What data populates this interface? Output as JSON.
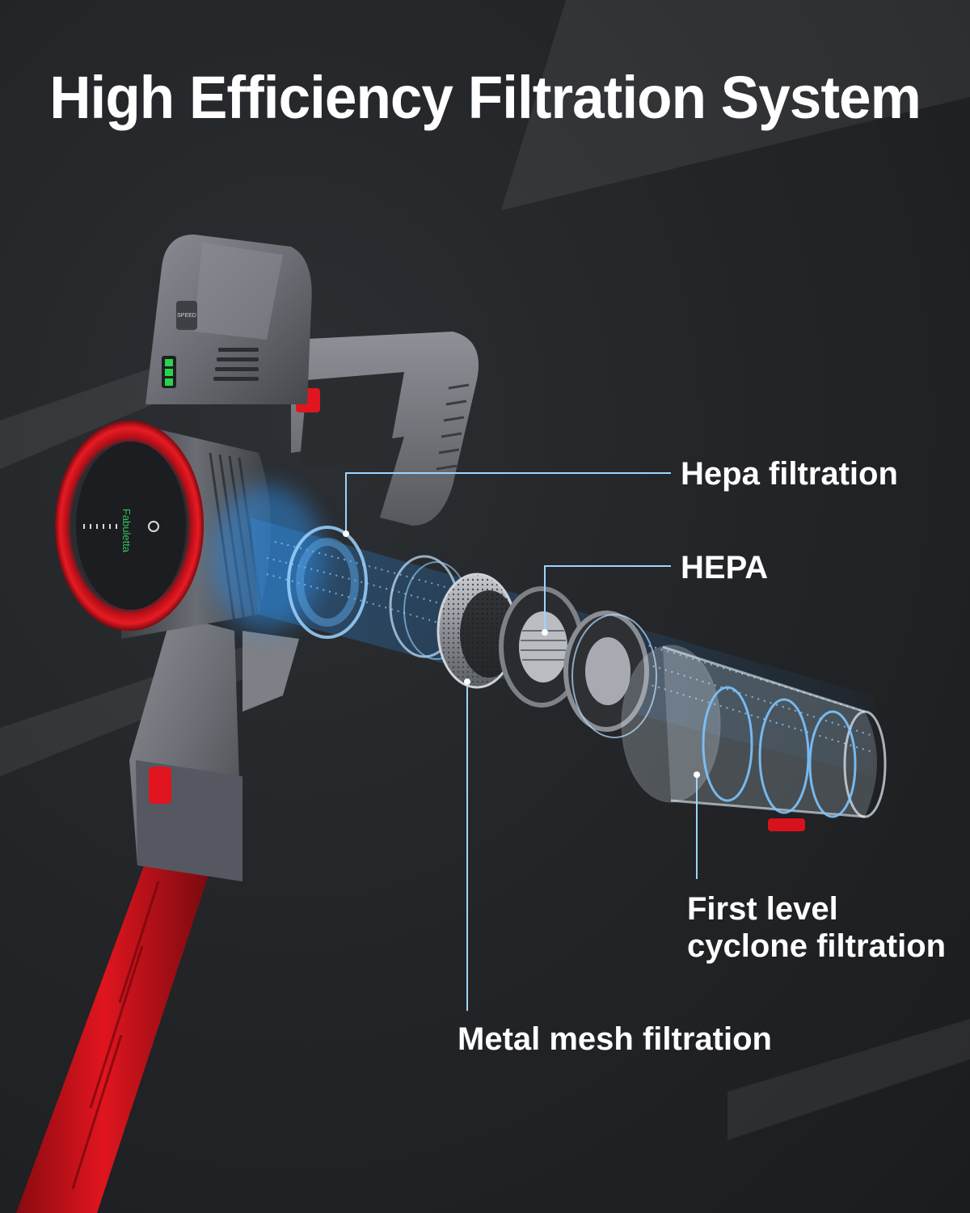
{
  "title": "High Efficiency Filtration System",
  "callouts": {
    "hepa_filtration": "Hepa filtration",
    "hepa": "HEPA",
    "cyclone_line1": "First level",
    "cyclone_line2": "cyclone filtration",
    "metal_mesh": "Metal mesh filtration"
  },
  "device": {
    "brand": "Fabuletta",
    "speed_button": "SPEED",
    "battery_bars": 3
  },
  "colors": {
    "background": "#222427",
    "accent_red": "#d8121c",
    "body_gray": "#6d7077",
    "callout_line": "#9fd4ff",
    "airflow_blue": "#2f8fe8",
    "battery_green": "#29d44a"
  }
}
